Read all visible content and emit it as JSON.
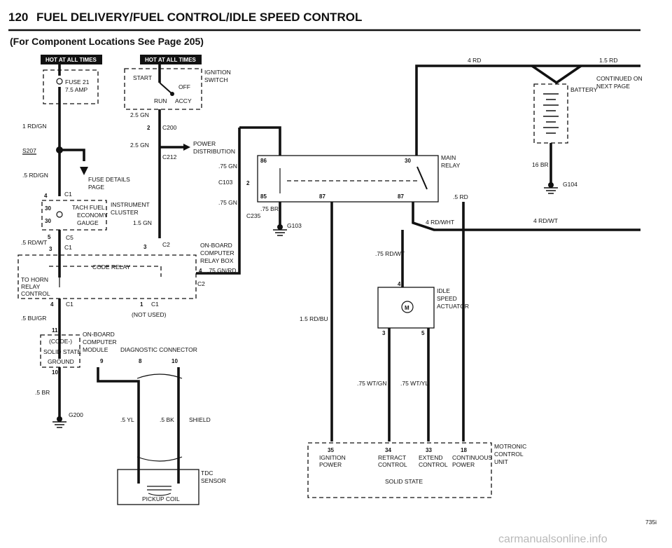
{
  "header": {
    "page_number": "120",
    "title": "FUEL DELIVERY/FUEL CONTROL/IDLE SPEED CONTROL",
    "subtitle": "(For Component Locations See Page 205)"
  },
  "badges": {
    "hot1": "HOT AT ALL TIMES",
    "hot2": "HOT AT ALL TIMES"
  },
  "components": {
    "fuse": [
      "FUSE 21",
      "7.5 AMP"
    ],
    "ignition_switch": [
      "IGNITION",
      "SWITCH"
    ],
    "ign_positions": {
      "start": "START",
      "off": "OFF",
      "run": "RUN",
      "acc": "ACCY"
    },
    "power_dist": [
      "POWER",
      "DISTRIBUTION"
    ],
    "fuse_details": [
      "FUSE DETAILS",
      "PAGE"
    ],
    "cluster": [
      "INSTRUMENT",
      "CLUSTER"
    ],
    "cluster_inner": [
      "TACH FUEL",
      "ECONOMY",
      "GAUGE"
    ],
    "code_relay": "CODE RELAY",
    "horn": [
      "TO HORN",
      "RELAY",
      "CONTROL"
    ],
    "relay_box": [
      "ON-BOARD",
      "COMPUTER",
      "RELAY BOX"
    ],
    "not_used": "(NOT USED)",
    "module": [
      "ON-BOARD",
      "COMPUTER",
      "MODULE"
    ],
    "module_inner": [
      "(CODE-)",
      "SOLID STATE",
      "GROUND"
    ],
    "diag": "DIAGNOSTIC CONNECTOR",
    "shield": "SHIELD",
    "tdc": [
      "TDC",
      "SENSOR"
    ],
    "pickup": "PICKUP COIL",
    "main_relay": [
      "MAIN",
      "RELAY"
    ],
    "battery": "BATTERY",
    "continued": [
      "CONTINUED ON",
      "NEXT PAGE"
    ],
    "idle": [
      "IDLE",
      "SPEED",
      "ACTUATOR"
    ],
    "motor": "M",
    "motronic": [
      "MOTRONIC",
      "CONTROL",
      "UNIT"
    ],
    "motronic_pins": [
      {
        "num": "35",
        "l1": "IGNITION",
        "l2": "POWER"
      },
      {
        "num": "34",
        "l1": "RETRACT",
        "l2": "CONTROL"
      },
      {
        "num": "33",
        "l1": "EXTEND",
        "l2": "CONTROL"
      },
      {
        "num": "18",
        "l1": "CONTINUOUS",
        "l2": "POWER"
      }
    ],
    "solid_state": "SOLID STATE"
  },
  "wires": {
    "w1": "1 RD/GN",
    "w2": ".5 RD/GN",
    "w3": ".5 RD/WT",
    "w4": ".5 BU/GR",
    "w5": ".5 BR",
    "w6": "2.5 GN",
    "w7": "2.5 GN",
    "w8": "1.5 GN",
    "w9": ".75 GN",
    "w10": ".75 GN",
    "w11": ".75 GN/RD",
    "w12": ".5 YL",
    "w13": ".5 BK",
    "w14": "4 RD",
    "w15": "1.5 RD",
    "w16": "16 BR",
    "w17": "4 RD/WT",
    "w18": "4 RD/WHT",
    "w19": ".5 RD",
    "w20": ".75 BR",
    "w21": ".75 RD/WT",
    "w22": "1.5 RD/BU",
    "w23": ".75 WT/GN",
    "w24": ".75 WT/YL"
  },
  "connectors": {
    "s207": "S207",
    "c200": "C200",
    "c212": "C212",
    "c103": "C103",
    "c235": "C235",
    "c5": "C5",
    "c1a": "C1",
    "c1b": "C1",
    "c1c": "C1",
    "c1d": "C1",
    "c2a": "C2",
    "c2b": "C2",
    "g103": "G103",
    "g104": "G104",
    "g200": "G200"
  },
  "pins": {
    "p4a": "4",
    "p30a": "30",
    "p30b": "30",
    "p5": "5",
    "p3a": "3",
    "p3b": "3",
    "p4b": "4",
    "p1": "1",
    "p11": "11",
    "p10a": "10",
    "p9": "9",
    "p8": "8",
    "p10b": "10",
    "p2a": "2",
    "p2b": "2",
    "p4c": "4",
    "p86": "86",
    "p30c": "30",
    "p85": "85",
    "p87a": "87",
    "p87b": "87",
    "p4d": "4",
    "p3c": "3",
    "p5b": "5"
  },
  "footer": {
    "model": "735i",
    "watermark": "carmanualsonline.info"
  }
}
